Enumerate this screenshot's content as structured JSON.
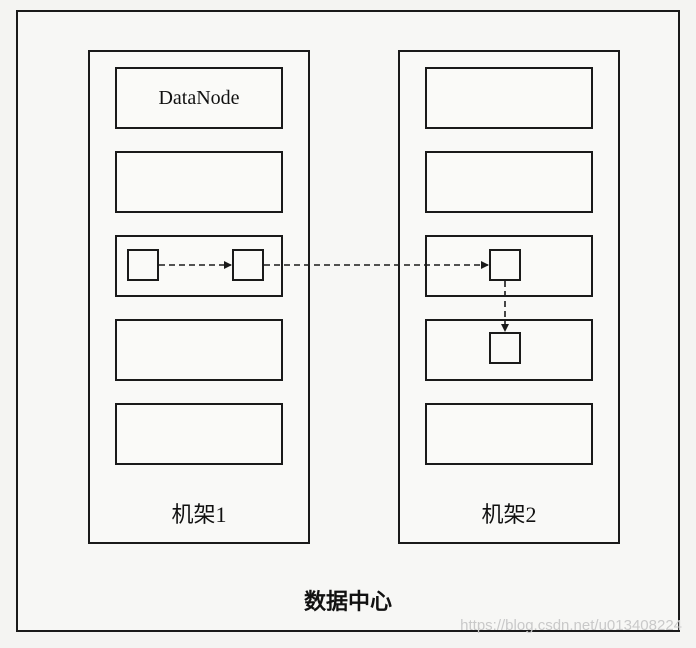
{
  "datacenter": {
    "label": "数据中心"
  },
  "racks": [
    {
      "label": "机架1",
      "nodes": [
        "DataNode",
        "",
        "",
        "",
        ""
      ]
    },
    {
      "label": "机架2",
      "nodes": [
        "",
        "",
        "",
        "",
        ""
      ]
    }
  ],
  "watermark": "https://blog.csdn.net/u013408224"
}
